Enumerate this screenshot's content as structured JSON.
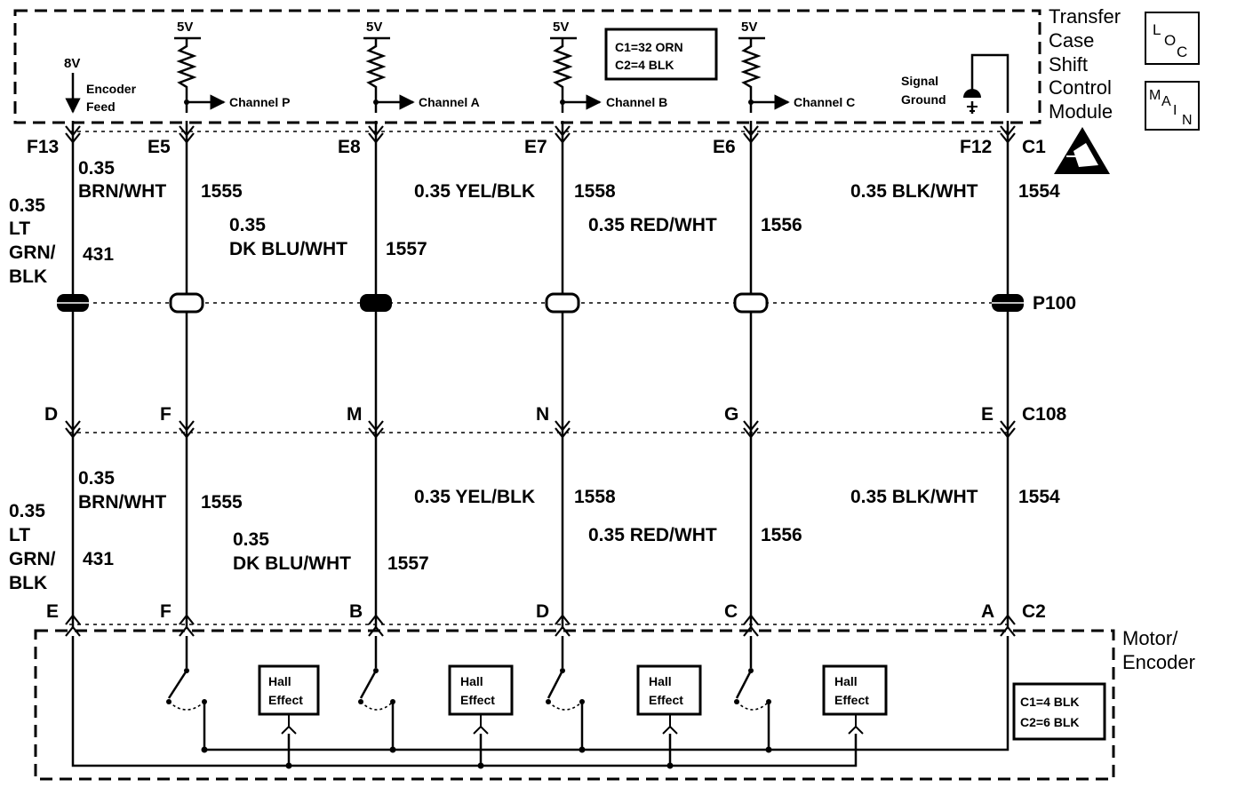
{
  "modules": {
    "tccm_name": [
      "Transfer",
      "Case",
      "Shift",
      "Control",
      "Module"
    ],
    "motor_name": [
      "Motor/",
      "Encoder"
    ],
    "loc_icon": [
      "L",
      "O",
      "C"
    ],
    "main_icon": [
      "M",
      "A",
      "I",
      "N"
    ],
    "esd_icon": "esd-sensitive-icon"
  },
  "module_inner": {
    "encoder_voltage": "8V",
    "encoder_feed": [
      "Encoder",
      "Feed"
    ],
    "signal_ground": [
      "Signal",
      "Ground"
    ],
    "pullup_voltage": "5V",
    "channels": [
      "Channel P",
      "Channel A",
      "Channel B",
      "Channel C"
    ]
  },
  "connector_info": {
    "upper": [
      "C1=32 ORN",
      "C2=4 BLK"
    ],
    "lower": [
      "C1=4 BLK",
      "C2=6 BLK"
    ]
  },
  "connectors": {
    "top_pins": [
      "F13",
      "E5",
      "E8",
      "E7",
      "E6",
      "F12"
    ],
    "top_extra": "C1",
    "p100": "P100",
    "c108_pins": [
      "D",
      "F",
      "M",
      "N",
      "G",
      "E"
    ],
    "c108": "C108",
    "bottom_pins": [
      "E",
      "F",
      "B",
      "D",
      "C",
      "A"
    ],
    "bottom_extra": "C2"
  },
  "wires_upper": [
    {
      "lines": [
        "0.35",
        "LT",
        "GRN/",
        "BLK"
      ],
      "circuit": "431"
    },
    {
      "lines": [
        "0.35",
        "BRN/WHT"
      ],
      "circuit": "1555"
    },
    {
      "lines": [
        "0.35",
        "DK BLU/WHT"
      ],
      "circuit": "1557"
    },
    {
      "lines": [
        "0.35 YEL/BLK"
      ],
      "circuit": "1558"
    },
    {
      "lines": [
        "0.35 RED/WHT"
      ],
      "circuit": "1556"
    },
    {
      "lines": [
        "0.35 BLK/WHT"
      ],
      "circuit": "1554"
    }
  ],
  "wires_lower": [
    {
      "lines": [
        "0.35",
        "LT",
        "GRN/",
        "BLK"
      ],
      "circuit": "431"
    },
    {
      "lines": [
        "0.35",
        "BRN/WHT"
      ],
      "circuit": "1555"
    },
    {
      "lines": [
        "0.35",
        "DK BLU/WHT"
      ],
      "circuit": "1557"
    },
    {
      "lines": [
        "0.35 YEL/BLK"
      ],
      "circuit": "1558"
    },
    {
      "lines": [
        "0.35 RED/WHT"
      ],
      "circuit": "1556"
    },
    {
      "lines": [
        "0.35 BLK/WHT"
      ],
      "circuit": "1554"
    }
  ],
  "hall": [
    [
      "Hall",
      "Effect"
    ],
    [
      "Hall",
      "Effect"
    ],
    [
      "Hall",
      "Effect"
    ],
    [
      "Hall",
      "Effect"
    ]
  ]
}
